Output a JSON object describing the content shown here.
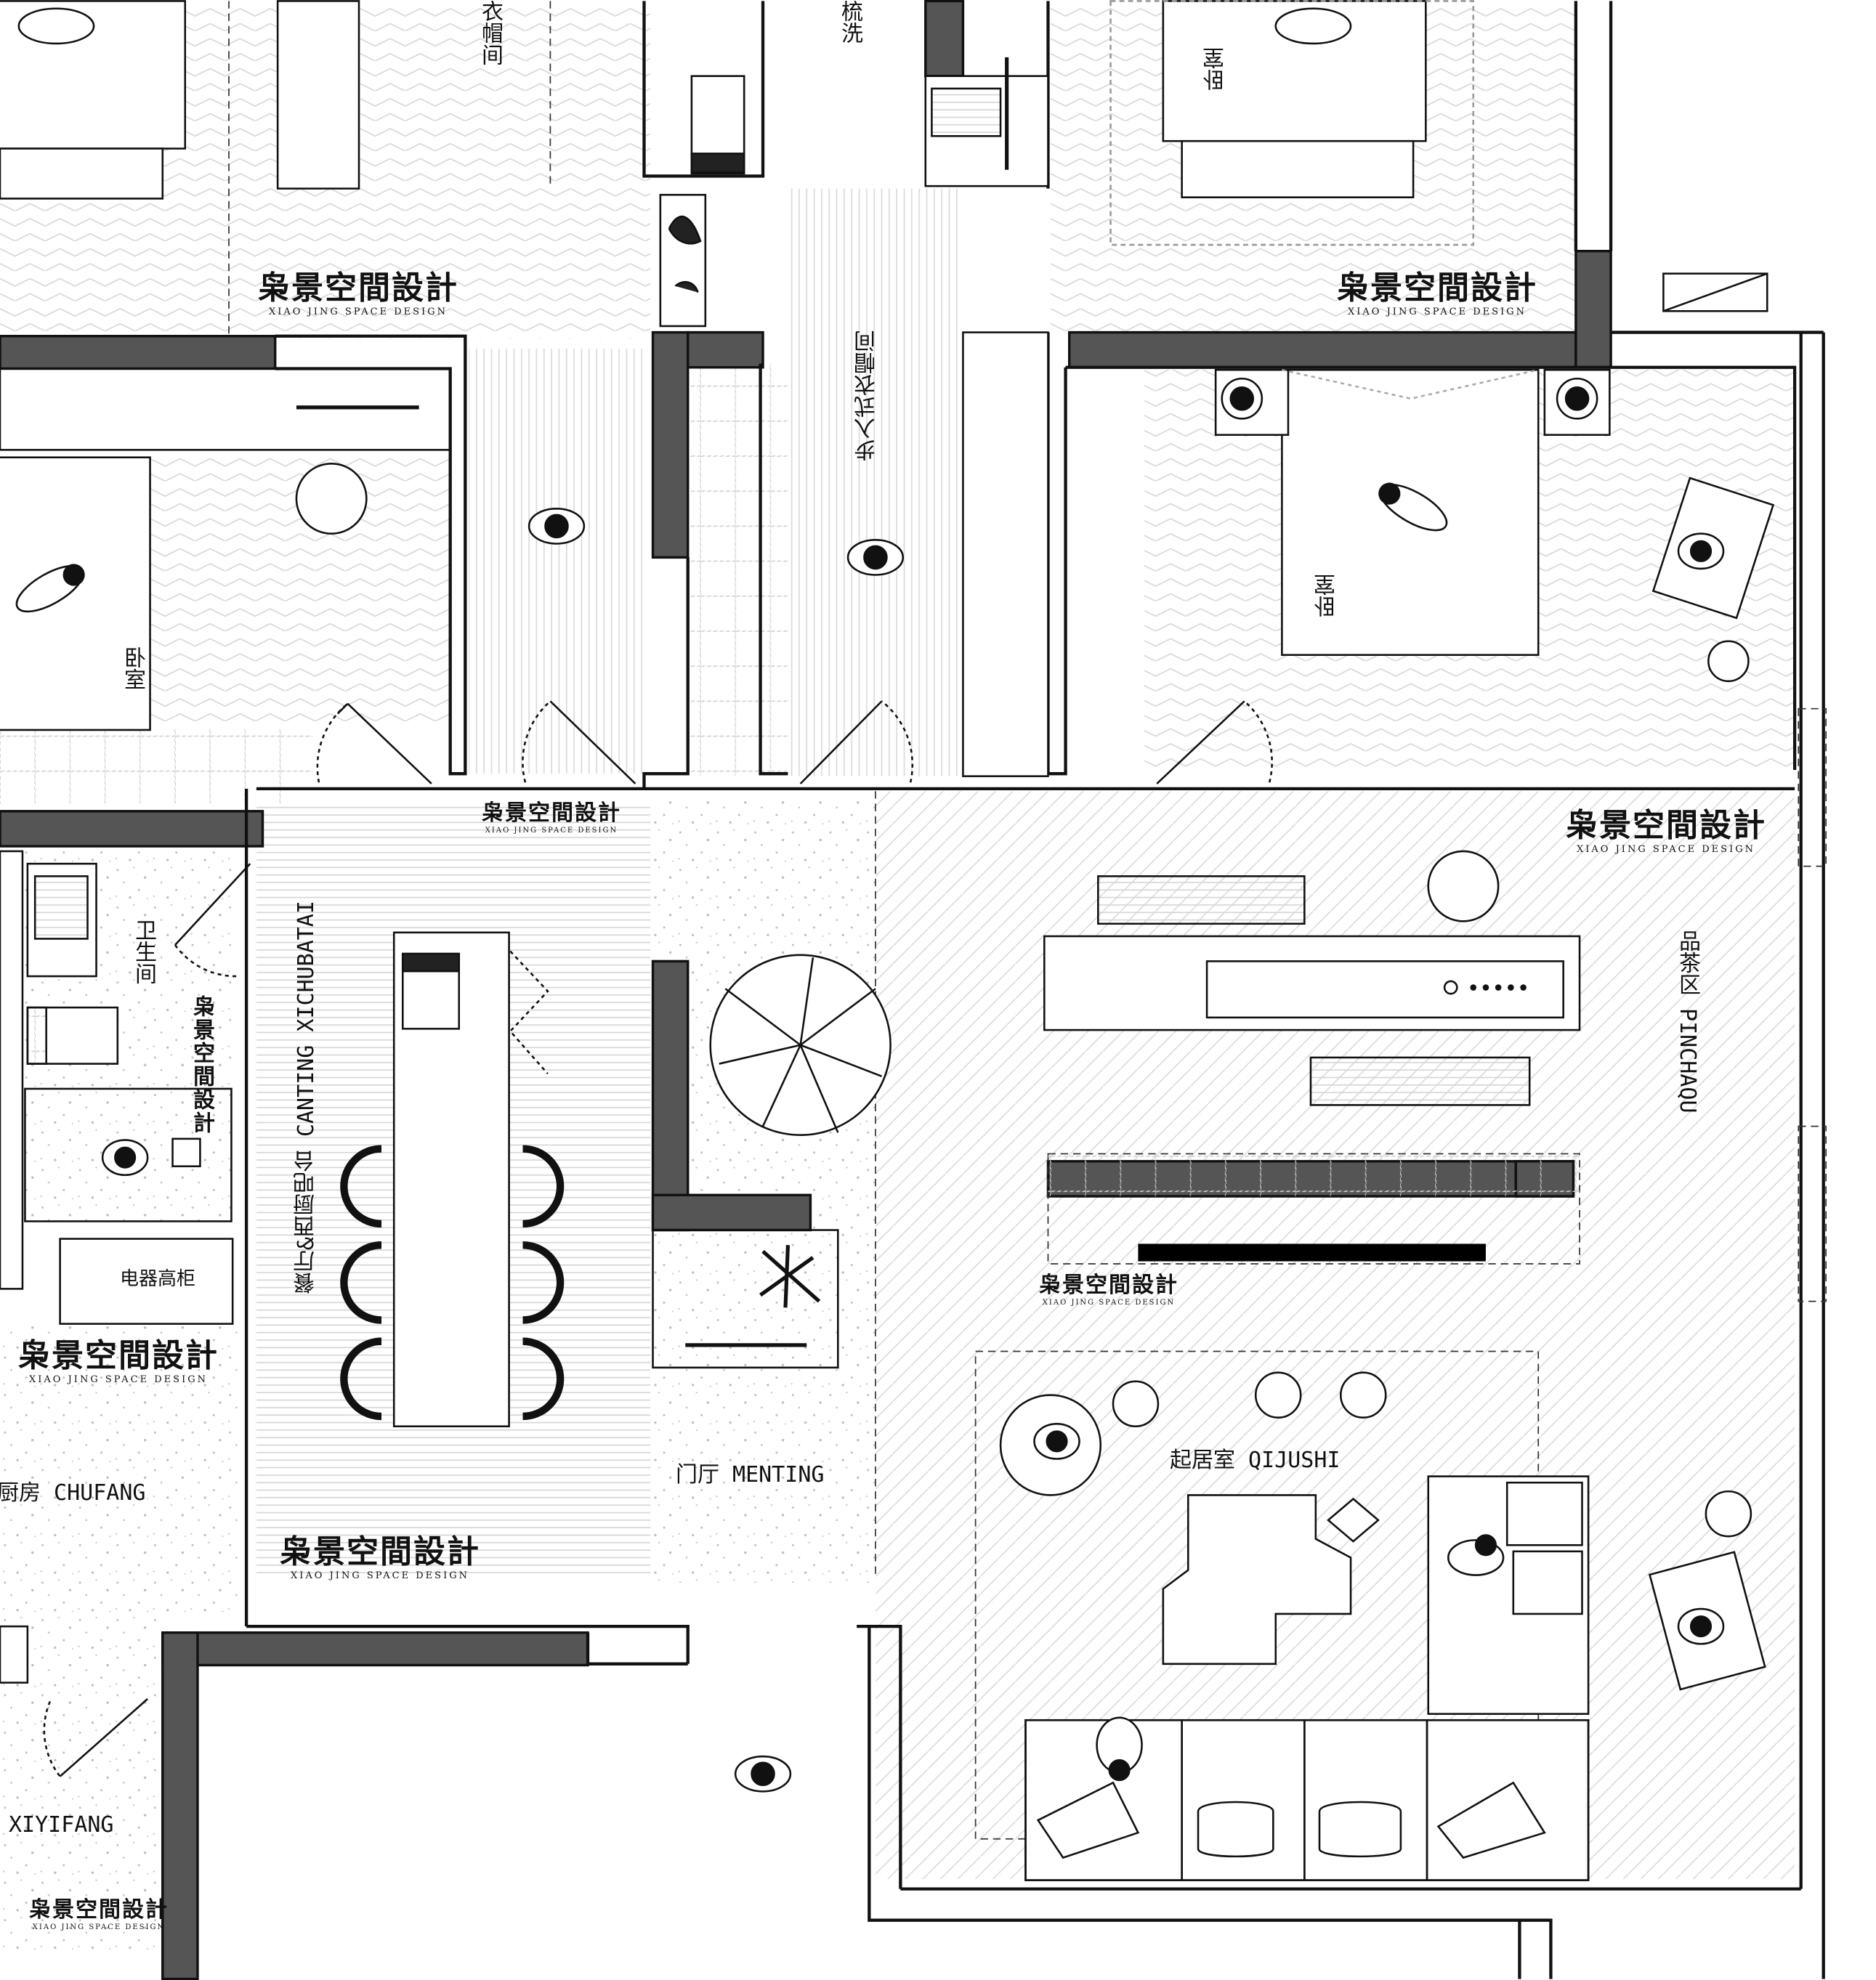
{
  "rooms": {
    "bedroom_top_right": "卧室",
    "bedroom_master": "卧室",
    "bedroom_left": "卧室",
    "wardrobe_top": "衣帽间",
    "washroom_top": "梳洗",
    "walkin_wardrobe": "步入式衣帽间",
    "bathroom": "卫生间",
    "appliance_cabinet": "电器高柜",
    "dining": "餐厅&西厨吧台 CANTING XICHUBATAI",
    "tea_area": "品茶区 PINCHAQU",
    "living": "起居室 QIJUSHI",
    "foyer": "门厅 MENTING",
    "kitchen": "厨房 CHUFANG",
    "laundry": "XIYIFANG"
  },
  "watermark": {
    "cn": "枭景空間設計",
    "en": "XIAO JING SPACE DESIGN"
  },
  "colors": {
    "wall_fill": "#555555",
    "line": "#111111",
    "hatch": "#dddddd",
    "terrazzo": "#bdbdbd"
  }
}
